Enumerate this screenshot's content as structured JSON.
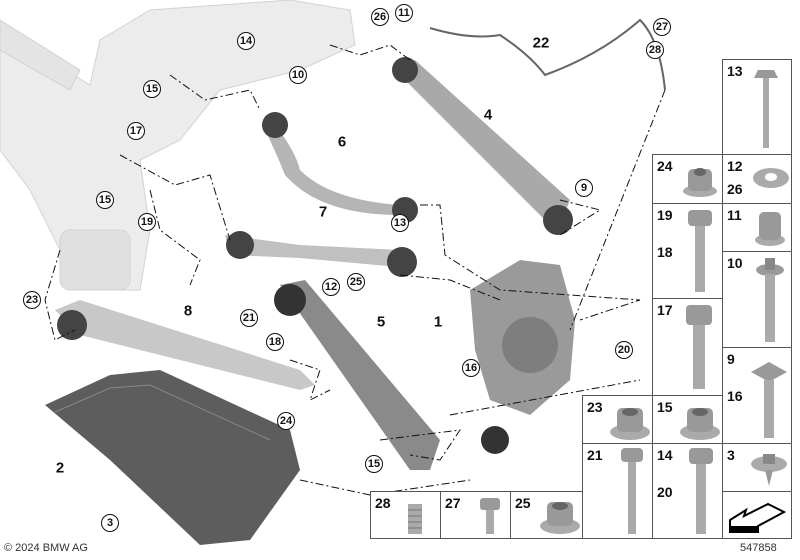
{
  "diagram": {
    "circled_callouts": [
      "26",
      "11",
      "14",
      "15",
      "10",
      "17",
      "15",
      "19",
      "13",
      "9",
      "27",
      "28",
      "23",
      "12",
      "25",
      "21",
      "18",
      "16",
      "20",
      "24",
      "15",
      "3"
    ],
    "bold_callouts": [
      "22",
      "4",
      "6",
      "7",
      "8",
      "5",
      "1",
      "2"
    ]
  },
  "parts_grid": [
    {
      "labels": [
        "13"
      ],
      "icon": "long-bolt"
    },
    {
      "labels": [
        "24"
      ],
      "icon": "flange-nut"
    },
    {
      "labels": [
        "12",
        "26"
      ],
      "icon": "washer"
    },
    {
      "labels": [
        "19",
        "18"
      ],
      "icon": "hex-bolt"
    },
    {
      "labels": [
        "11"
      ],
      "icon": "cap-nut"
    },
    {
      "labels": [
        "10"
      ],
      "icon": "eccentric-bolt"
    },
    {
      "labels": [
        "17"
      ],
      "icon": "hex-bolt"
    },
    {
      "labels": [
        "9",
        "16"
      ],
      "icon": "eccentric-bolt"
    },
    {
      "labels": [
        "23"
      ],
      "icon": "lock-nut"
    },
    {
      "labels": [
        "15"
      ],
      "icon": "lock-nut"
    },
    {
      "labels": [
        "21"
      ],
      "icon": "long-bolt"
    },
    {
      "labels": [
        "14",
        "20"
      ],
      "icon": "hex-bolt"
    },
    {
      "labels": [
        "3"
      ],
      "icon": "screw-clip"
    },
    {
      "labels": [],
      "icon": "arrow-direction"
    },
    {
      "labels": [
        "28"
      ],
      "icon": "spring"
    },
    {
      "labels": [
        "27"
      ],
      "icon": "small-bolt"
    },
    {
      "labels": [
        "25"
      ],
      "icon": "lock-nut"
    }
  ],
  "footer": {
    "copyright": "© 2024 BMW AG",
    "diagram_number": "547858"
  }
}
